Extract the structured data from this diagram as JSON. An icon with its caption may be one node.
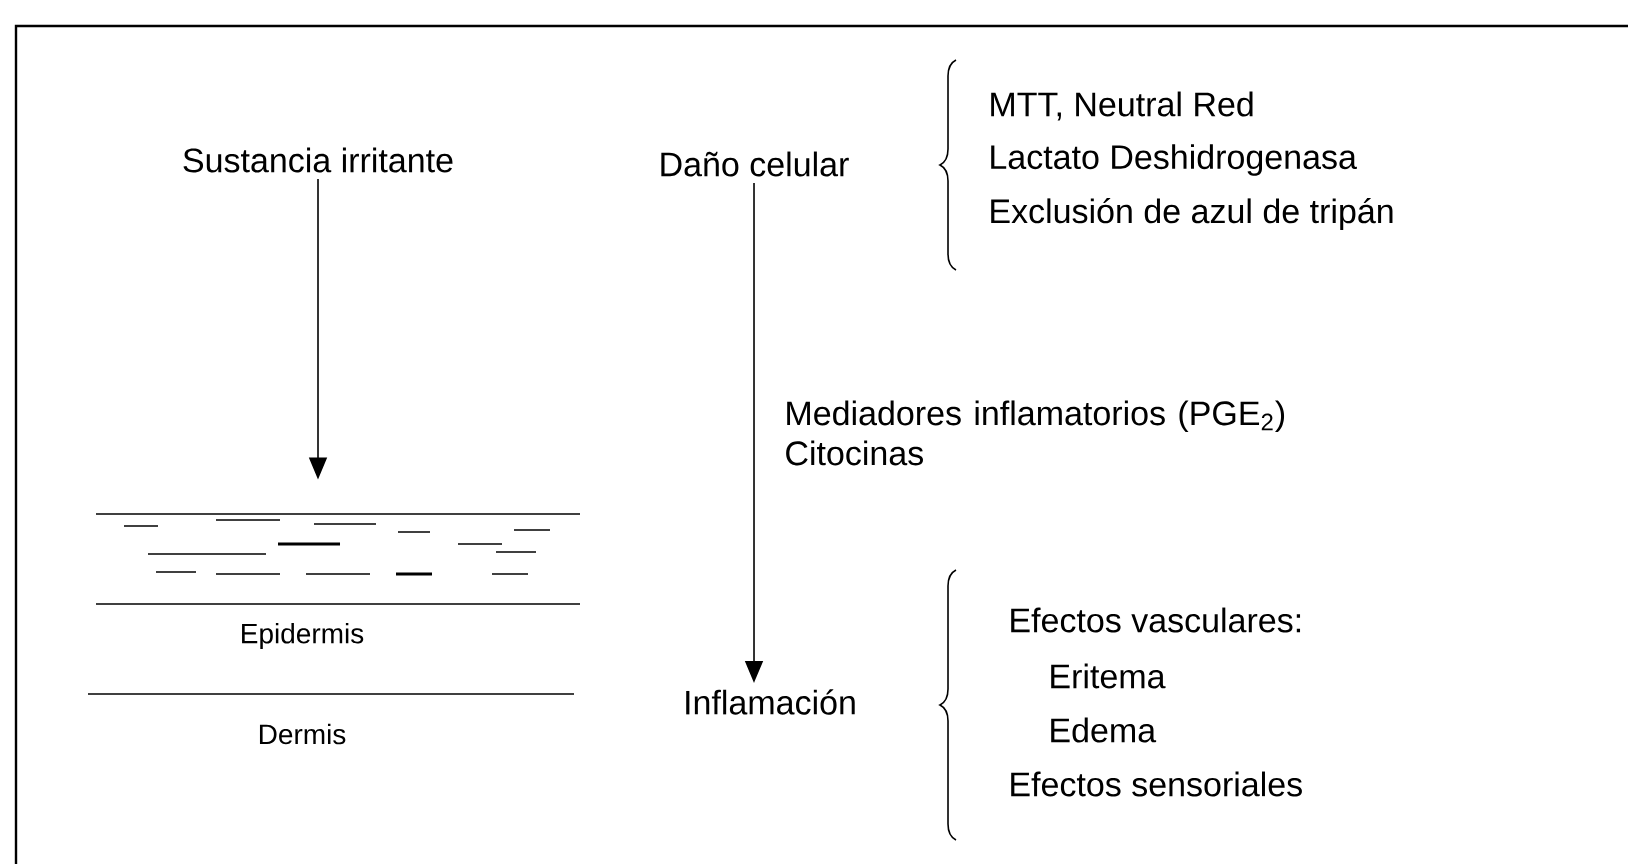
{
  "diagram": {
    "nodes": [
      {
        "text": [
          "Sustancia irritante"
        ]
      },
      {
        "text": [],
        "shape": "picture",
        "beside": [
          "Epidermis",
          "Dermis"
        ]
      },
      {
        "text": [
          "Daño celular"
        ],
        "beside": [
          "MTT, Neutral Red",
          "Lactato Deshidrogenasa",
          "Exclusión de azul de tripán"
        ]
      },
      {
        "text": [
          "Inflamación"
        ],
        "beside": [
          "Efectos vasculares:",
          "Eritema",
          "Edema",
          "Efectos sensoriales"
        ]
      }
    ],
    "edges": [
      {
        "from": 0,
        "to": 1,
        "arrow": "to"
      },
      {
        "from": 2,
        "to": 3,
        "arrow": "to",
        "label": "Mediadores inflamatorios (PGE$_{2}$) Citocinas"
      }
    ]
  }
}
